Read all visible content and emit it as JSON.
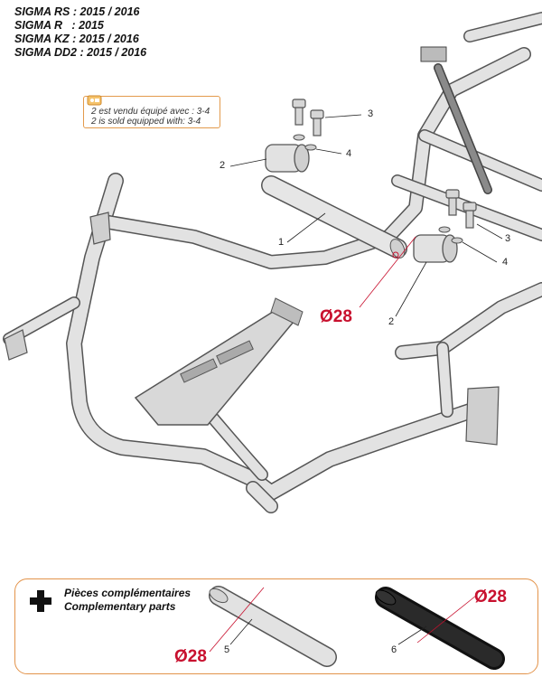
{
  "models": [
    "SIGMA RS : 2015 / 2016",
    "SIGMA R   : 2015",
    "SIGMA KZ : 2015 / 2016",
    "SIGMA DD2 : 2015 / 2016"
  ],
  "note": {
    "line_fr": "2 est vendu équipé avec : 3-4",
    "line_en": "2 is sold equipped with: 3-4"
  },
  "callouts": {
    "c1": "1",
    "c2a": "2",
    "c2b": "2",
    "c3a": "3",
    "c3b": "3",
    "c4a": "4",
    "c4b": "4"
  },
  "diameters": {
    "main": "Ø28",
    "part5": "Ø28",
    "part6": "Ø28"
  },
  "complementary": {
    "title_fr": "Pièces complémentaires",
    "title_en": "Complementary parts",
    "part5_label": "5",
    "part6_label": "6"
  },
  "colors": {
    "tube_fill": "#e2e2e2",
    "tube_stroke": "#555555",
    "accent_red": "#c8102e",
    "box_border": "#e3934a",
    "black_tube": "#1a1a1a"
  }
}
